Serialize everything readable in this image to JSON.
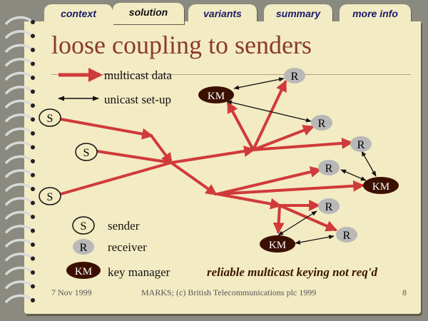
{
  "tabs": [
    "context",
    "solution",
    "variants",
    "summary",
    "more info"
  ],
  "title": "loose coupling to senders",
  "legend": {
    "multicast": "multicast data",
    "unicast": "unicast set-up",
    "sender": "sender",
    "receiver": "receiver",
    "keymanager": "key manager"
  },
  "nodes": {
    "S": "S",
    "R": "R",
    "KM": "KM"
  },
  "note": "reliable multicast keying not req'd",
  "footer": {
    "date": "7 Nov 1999",
    "credit": "MARKS;    (c) British Telecommunications plc 1999",
    "page": "8"
  },
  "colors": {
    "multicast": "#d03a3a",
    "unicast": "#111111",
    "km_fill": "#3b1000",
    "r_fill": "#b8b8b8"
  }
}
